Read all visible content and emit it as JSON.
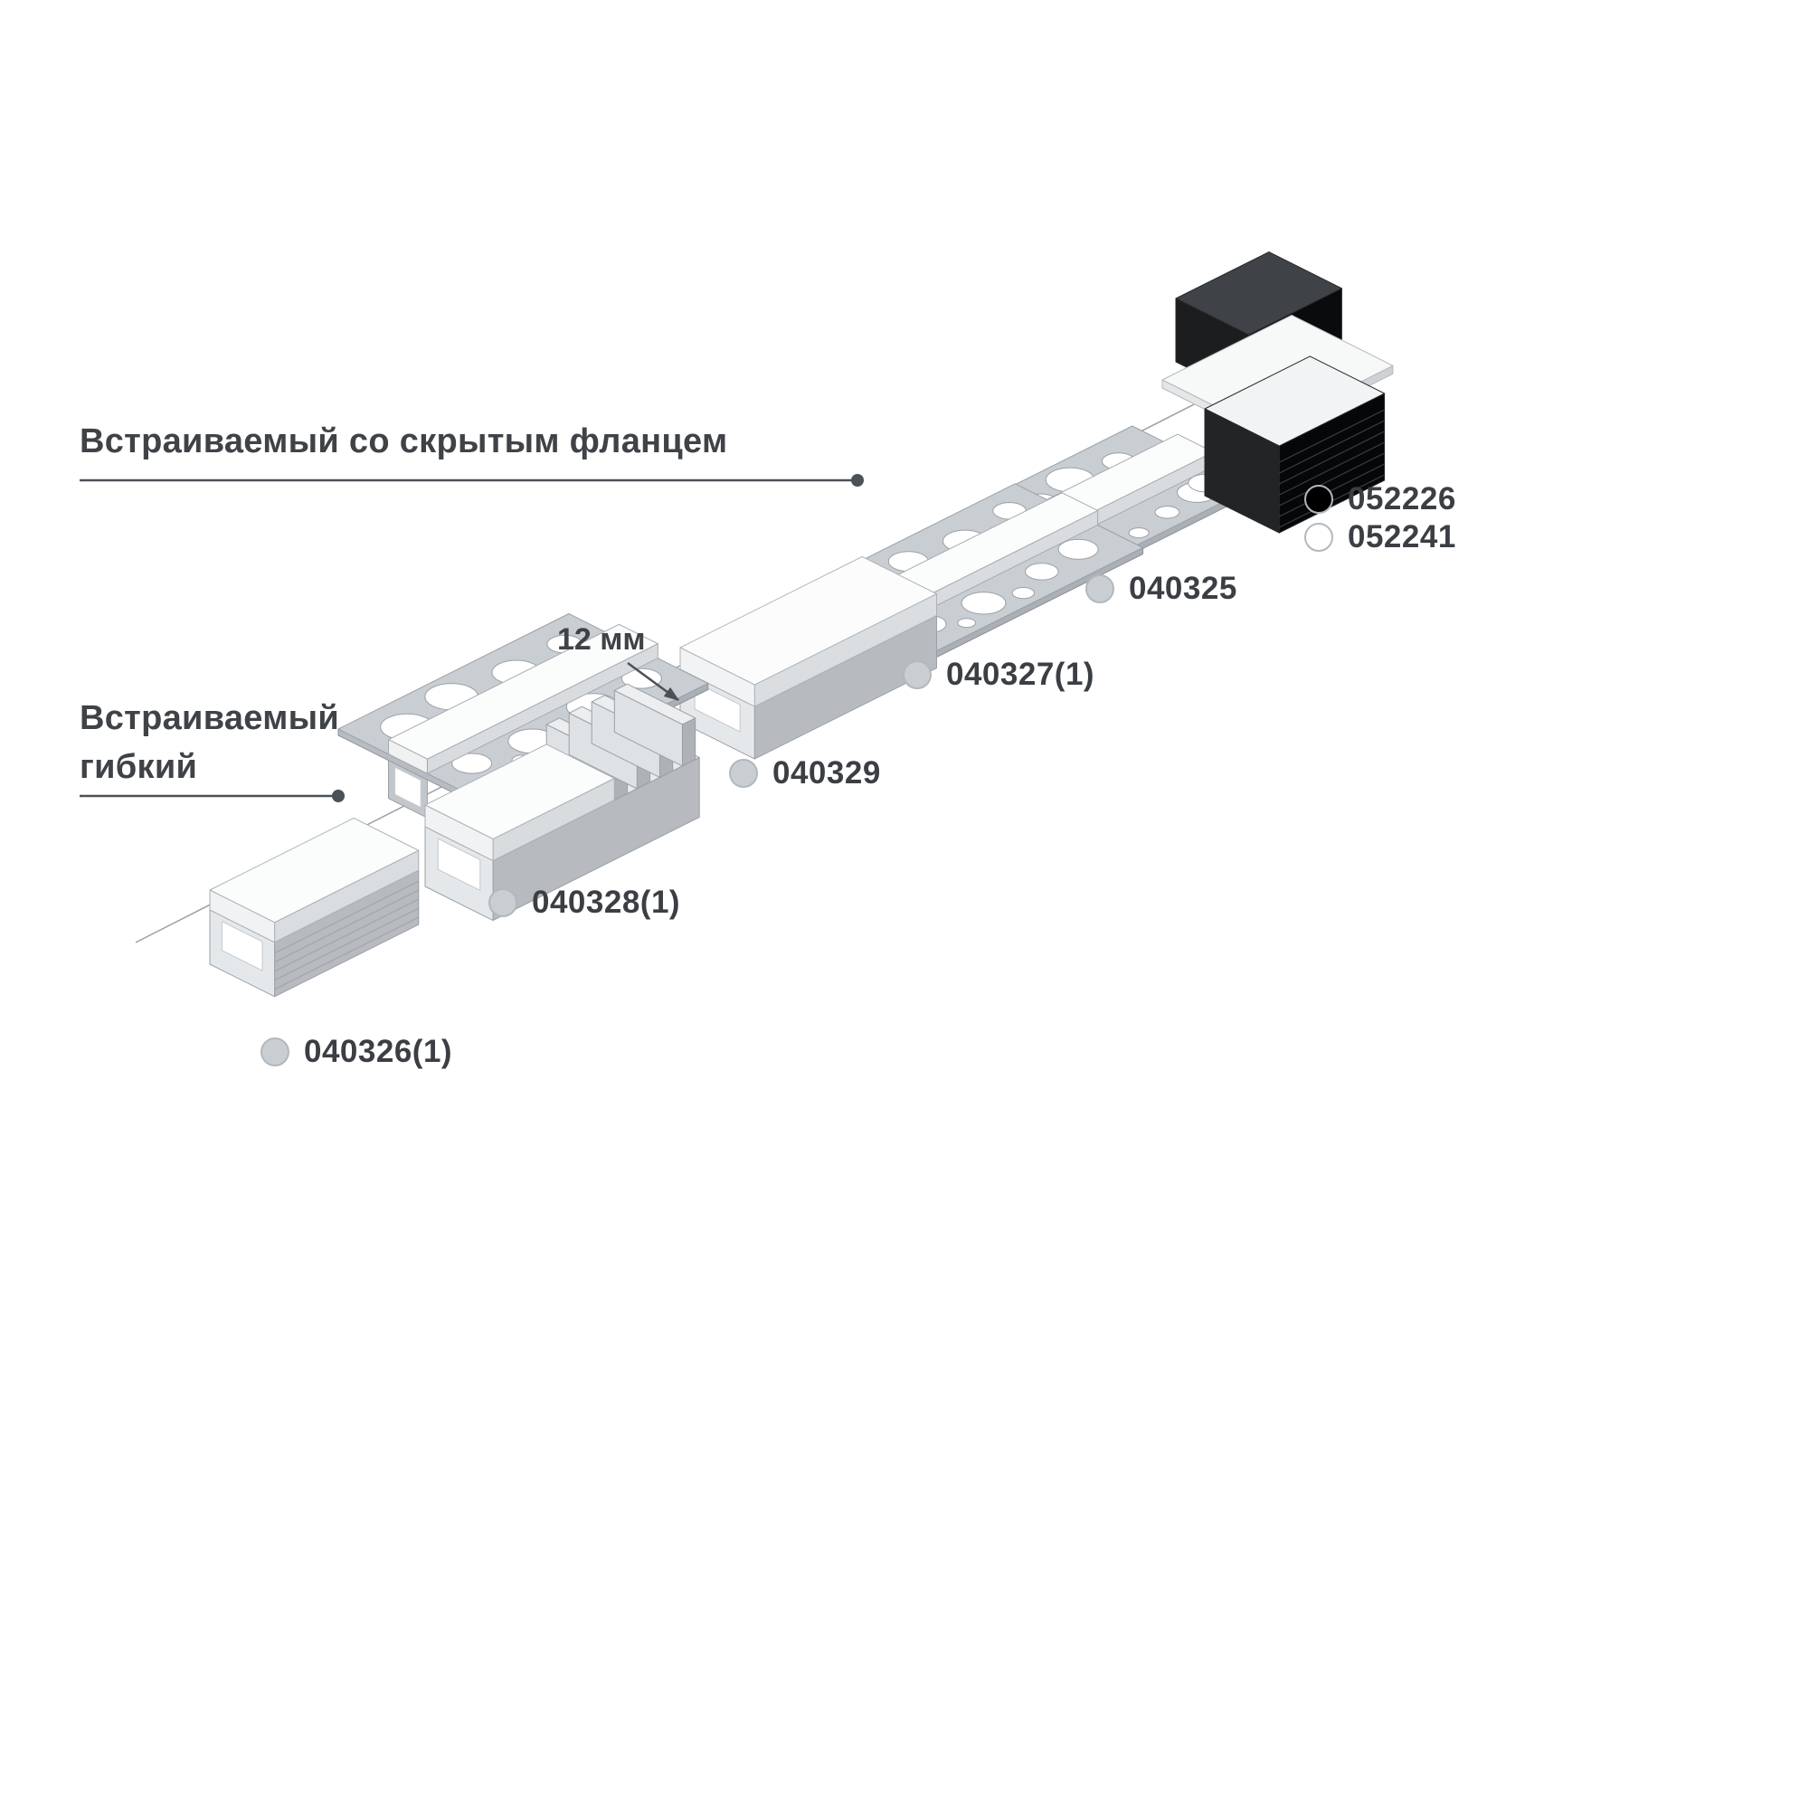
{
  "labels": {
    "hidden_flange": "Встраиваемый со скрытым фланцем",
    "flexible": "Встраиваемый\nгибкий",
    "dimension": "12 мм"
  },
  "products": [
    {
      "code": "052226",
      "dot_color": "#000000"
    },
    {
      "code": "052241",
      "dot_color": "#ffffff"
    },
    {
      "code": "040325",
      "dot_color": "#c9ced3"
    },
    {
      "code": "040327(1)",
      "dot_color": "#c9ced3"
    },
    {
      "code": "040329",
      "dot_color": "#c9ced3"
    },
    {
      "code": "040328(1)",
      "dot_color": "#c9ced3"
    },
    {
      "code": "040326(1)",
      "dot_color": "#c9ced3"
    }
  ],
  "colors": {
    "text": "#3b3f44",
    "leader_line": "#4c5156",
    "aluminum": "#c9ced3",
    "black_profile": "#0a0b0c",
    "diffuser": "#fbfcfc"
  }
}
